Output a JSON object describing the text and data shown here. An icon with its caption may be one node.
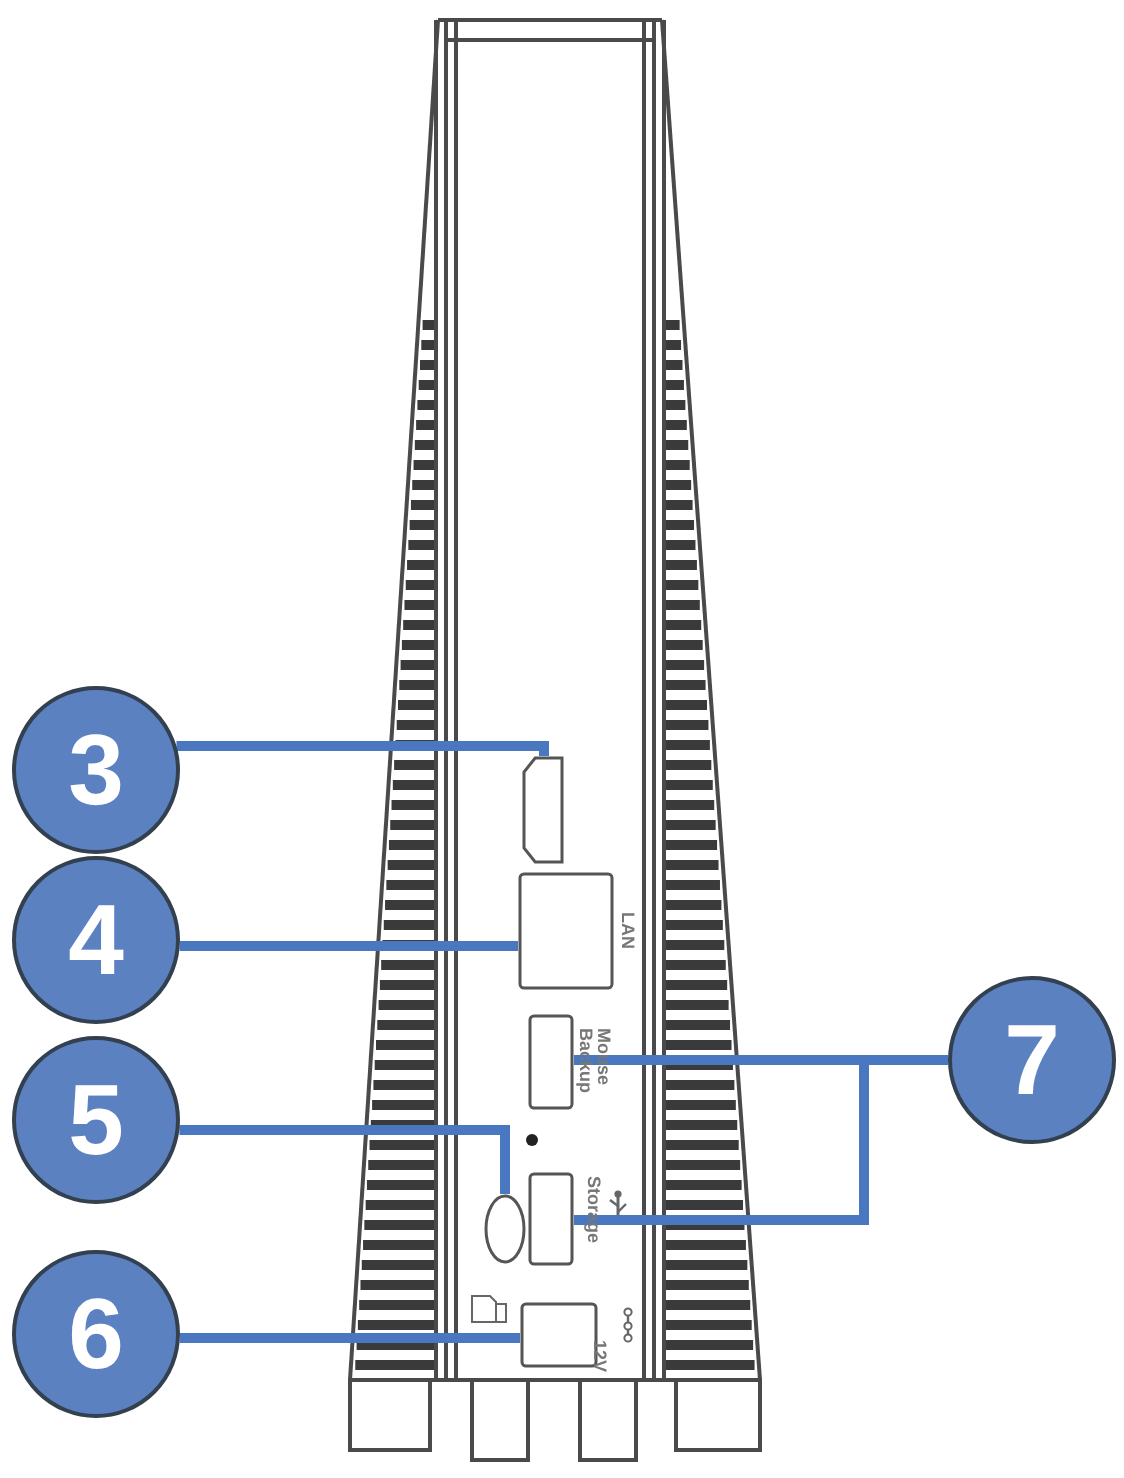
{
  "diagram": {
    "nodes": [
      {
        "text": [
          "3"
        ]
      },
      {
        "text": [],
        "shape": "box"
      },
      {
        "text": [
          "4"
        ]
      },
      {
        "text": [],
        "shape": "box",
        "beside": [
          "LAN"
        ]
      },
      {
        "text": [],
        "shape": "box",
        "beside": [
          "Mouse Backup"
        ]
      },
      {
        "text": [
          "7"
        ]
      },
      {
        "text": [
          "5"
        ]
      },
      {
        "text": [],
        "shape": "circle"
      },
      {
        "text": [],
        "shape": "box",
        "beside": [
          "Storage"
        ]
      },
      {
        "text": [
          "6"
        ]
      },
      {
        "text": [],
        "shape": "box",
        "beside": [
          "12V"
        ]
      }
    ],
    "edges": [
      {
        "from": 0,
        "to": 1,
        "arrow": "none"
      },
      {
        "from": 2,
        "to": 3,
        "arrow": "none"
      },
      {
        "from": 5,
        "to": 4,
        "arrow": "none"
      },
      {
        "from": 5,
        "to": 8,
        "arrow": "none"
      },
      {
        "from": 6,
        "to": 7,
        "arrow": "none"
      },
      {
        "from": 9,
        "to": 10,
        "arrow": "none"
      }
    ]
  }
}
